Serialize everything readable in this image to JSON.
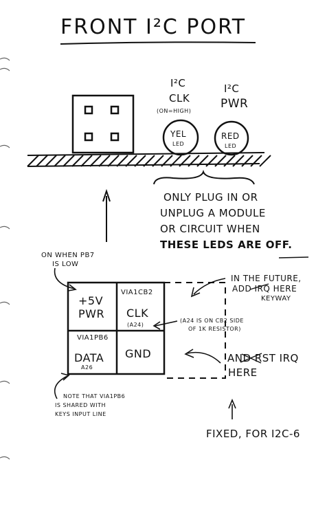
{
  "title": "FRONT I²C PORT",
  "leds": {
    "clk": {
      "header": "I²C",
      "name": "CLK",
      "note": "(ON=HIGH)",
      "color_label": "YEL",
      "sub": "LED"
    },
    "pwr": {
      "header": "I²C",
      "name": "PWR",
      "color_label": "RED",
      "sub": "LED"
    }
  },
  "warning": {
    "line1": "ONLY PLUG IN OR",
    "line2": "UNPLUG A MODULE",
    "line3": "OR CIRCUIT WHEN",
    "line4_pre": "THESE LEDs ARE",
    "line4_emph": "OFF."
  },
  "connector": {
    "cells": {
      "pwr": {
        "line1": "+5V",
        "line2": "PWR"
      },
      "clk": {
        "top": "VIA1CB2",
        "label": "CLK",
        "pin": "(A24)"
      },
      "data": {
        "top": "VIA1PB6",
        "label": "DATA",
        "pin": "A26"
      },
      "gnd": {
        "label": "GND"
      }
    }
  },
  "annotations": {
    "on_when": {
      "line1": "ON WHEN PB7",
      "line2": "IS LOW"
    },
    "future": {
      "line1": "IN THE FUTURE,",
      "line2": "ADD IRQ HERE",
      "line3": "KEYWAY"
    },
    "a24": {
      "line1": "(A24 IS ON CB2 SIDE",
      "line2": "OF 1K RESISTOR)"
    },
    "and_irq": {
      "line1": "AND RST IRQ",
      "line2": "HERE"
    },
    "note": {
      "line1": "NOTE THAT VIA1PB6",
      "line2": "IS SHARED WITH",
      "line3": "KEYS INPUT LINE"
    },
    "fixed": "FIXED, FOR I2C-6"
  },
  "icons": [
    "module-block-icon",
    "yellow-led-icon",
    "red-led-icon",
    "up-arrow-icon"
  ]
}
